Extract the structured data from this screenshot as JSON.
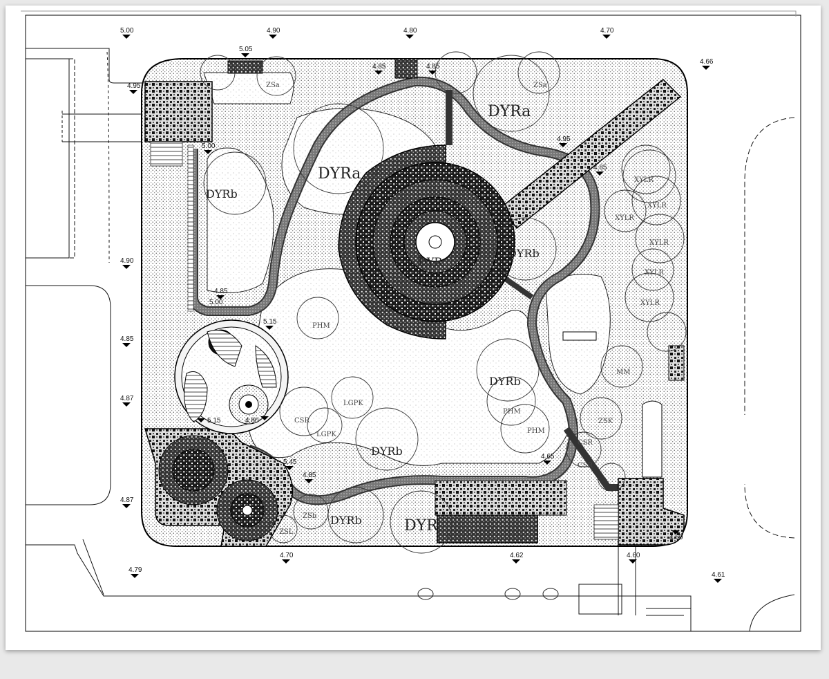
{
  "drawing": {
    "spot_elevations": [
      "5.00",
      "4.90",
      "4.80",
      "4.70",
      "4.66",
      "5.05",
      "4.95",
      "4.85",
      "4.85",
      "5.00",
      "4.95",
      "4.85",
      "4.90",
      "4.85",
      "4.87",
      "4.87",
      "4.79",
      "4.70",
      "4.62",
      "4.60",
      "4.61",
      "4.60",
      "4.65",
      "5.45",
      "4.85",
      "5.15",
      "4.80",
      "5.00",
      "5.15",
      "4.85"
    ],
    "plant_labels": {
      "dyra_top_right": "DYRa",
      "dyra_center": "DYRa",
      "dyrb_left": "DYRb",
      "dyrb_right": "DYRb",
      "dyrb_mid": "DYRb",
      "dyrb_lower": "DYRb",
      "dyrb_bottom": "DYRb",
      "dyr_bottom": "DYR",
      "dyr_center": "DYR",
      "zsa_left": "ZSa",
      "zsa_right": "ZSa",
      "xylr_1": "XYLR",
      "xylr_2": "XYLR",
      "xylr_3": "XYLR",
      "xylr_4": "XYLR",
      "xylr_5": "XYLR",
      "xylr_6": "XYLR",
      "phm_1": "PHM",
      "phm_2": "PHM",
      "phm_3": "PHM",
      "csr_1": "CSR",
      "csr_2": "CSR",
      "csr_3": "CSR",
      "lgpk_1": "LGPK",
      "lgpk_2": "LGPK",
      "mm": "MM",
      "zsl": "ZSL",
      "zsk": "ZSK",
      "zsb": "ZSb"
    }
  }
}
